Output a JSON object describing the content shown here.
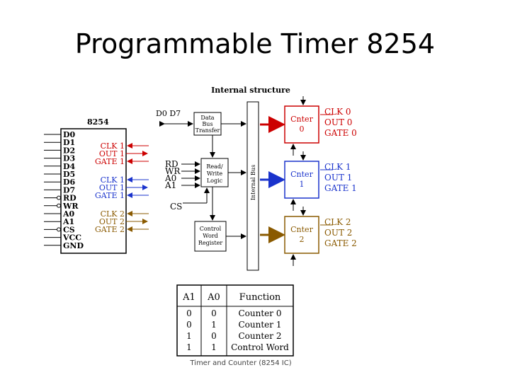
{
  "slide_title": "Programmable Timer 8254",
  "diagram": {
    "heading": "Internal structure",
    "chip_label": "8254",
    "chip_pins": [
      "D0",
      "D1",
      "D2",
      "D3",
      "D4",
      "D5",
      "D6",
      "D7",
      "RD",
      "WR",
      "A0",
      "A1",
      "CS",
      "VCC",
      "GND"
    ],
    "chip_outputs": [
      {
        "lines": [
          "CLK 1",
          "OUT 1",
          "GATE 1"
        ],
        "color": "#cc0000"
      },
      {
        "lines": [
          "CLK 1",
          "OUT 1",
          "GATE 1"
        ],
        "color": "#1a33cc"
      },
      {
        "lines": [
          "CLK 2",
          "OUT 2",
          "GATE 2"
        ],
        "color": "#8a5a00"
      }
    ],
    "data_bus_label": "D0 D7",
    "data_bus_block": [
      "Data",
      "Bus",
      "Transfer"
    ],
    "rw_inputs": [
      "RD",
      "WR",
      "A0",
      "A1"
    ],
    "cs_label": "CS",
    "rw_block": [
      "Read/",
      "Write",
      "Logic"
    ],
    "cw_block": [
      "Control",
      "Word",
      "Register"
    ],
    "internal_bus_label": "Internal Bus",
    "counters": [
      {
        "name": "Cnter",
        "num": "0",
        "color": "#cc0000",
        "signals": [
          "CLK 0",
          "OUT 0",
          "GATE 0"
        ]
      },
      {
        "name": "Cnter",
        "num": "1",
        "color": "#1a33cc",
        "signals": [
          "CLK 1",
          "OUT 1",
          "GATE 1"
        ]
      },
      {
        "name": "Cnter",
        "num": "2",
        "color": "#8a5a00",
        "signals": [
          "CLK 2",
          "OUT 2",
          "GATE 2"
        ]
      }
    ]
  },
  "table": {
    "headers": [
      "A1",
      "A0",
      "Function"
    ],
    "rows": [
      [
        "0",
        "0",
        "Counter   0"
      ],
      [
        "0",
        "1",
        "Counter   1"
      ],
      [
        "1",
        "0",
        "Counter   2"
      ],
      [
        "1",
        "1",
        "Control  Word"
      ]
    ]
  },
  "caption": "Timer and Counter (8254 IC)"
}
